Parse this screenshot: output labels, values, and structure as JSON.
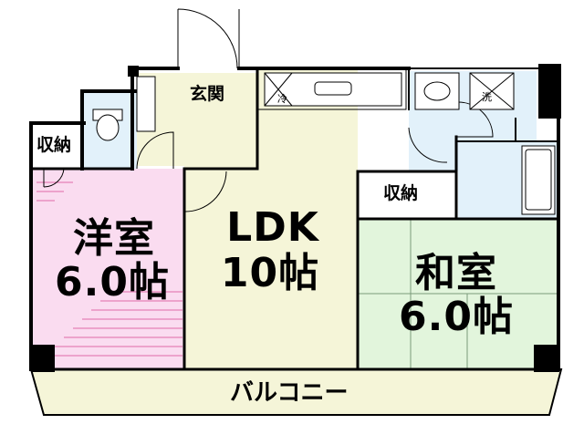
{
  "colors": {
    "wall": "#000000",
    "western_room": "#fadcf0",
    "ldk": "#f5f5d8",
    "japanese_room": "#e2f5dc",
    "wet_area": "#e2f1fa",
    "entrance": "#f5f5d8",
    "balcony": "#f5f5d8"
  },
  "rooms": {
    "western": {
      "name": "洋室",
      "size": "6.0帖"
    },
    "ldk": {
      "name": "LDK",
      "size": "10帖"
    },
    "japanese": {
      "name": "和室",
      "size": "6.0帖"
    }
  },
  "labels": {
    "entrance": "玄関",
    "storage_left": "収納",
    "storage_right": "収納",
    "balcony": "バルコニー",
    "washer_left": "冷",
    "washer_right": "洗"
  }
}
